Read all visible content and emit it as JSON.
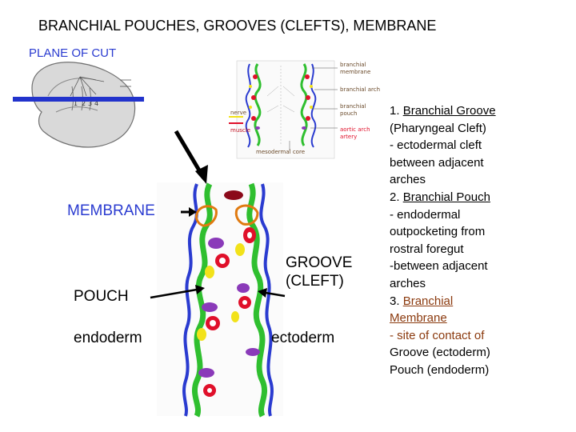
{
  "title": "BRANCHIAL POUCHES, GROOVES (CLEFTS), MEMBRANE",
  "plane_label": "PLANE OF CUT",
  "embryo_numbers": [
    "1",
    "2",
    "3",
    "4"
  ],
  "inset_labels": {
    "branchial_membrane": [
      "branchial",
      "membrane"
    ],
    "branchial_arch": "branchial arch",
    "branchial_pouch": [
      "branchial",
      "pouch"
    ],
    "aortic_arch_artery": [
      "aortic arch",
      "artery"
    ],
    "nerve": "nerve",
    "muscle": "muscle",
    "mesodermal_core": "mesodermal core"
  },
  "labels": {
    "membrane": "MEMBRANE",
    "pouch": "POUCH",
    "endoderm": "endoderm",
    "groove_line1": "GROOVE",
    "groove_line2": "(CLEFT)",
    "ectoderm": "ectoderm"
  },
  "notes": {
    "n1_num": "1. ",
    "n1_term": "Branchial Groove",
    "n1_l2": "(Pharyngeal Cleft)",
    "n1_l3": "- ectodermal cleft",
    "n1_l4": "between adjacent",
    "n1_l5": "arches",
    "n2_num": "2. ",
    "n2_term": "Branchial Pouch",
    "n2_l2": "- endodermal",
    "n2_l3": "outpocketing from",
    "n2_l4": "rostral foregut",
    "n2_l5": "-between adjacent",
    "n2_l6": "arches",
    "n3_num": "3. ",
    "n3_term_a": "Branchial",
    "n3_term_b": "Membrane",
    "n3_l2": "- site of contact of",
    "n3_l3": "Groove (ectoderm)",
    "n3_l4": "Pouch (endoderm)"
  },
  "colors": {
    "endoderm_green": "#2fbf2f",
    "ectoderm_blue": "#2a3bd0",
    "artery_red": "#e0102a",
    "artery_dark": "#8b0a1a",
    "nerve_yellow": "#f2e21a",
    "muscle_purple": "#8a3ab9",
    "membrane_outline": "#e07a10",
    "brown_text": "#8b3a0e",
    "plane_bar": "#2233cc"
  }
}
